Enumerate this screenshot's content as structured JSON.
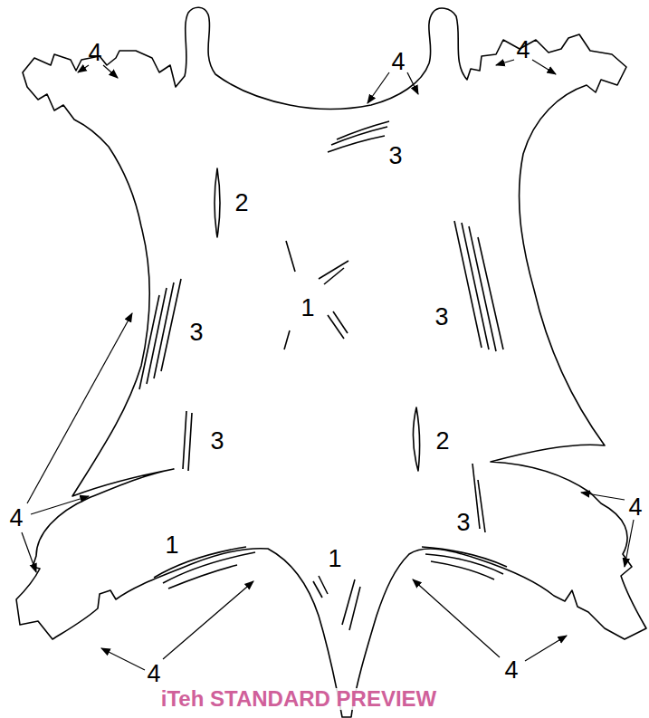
{
  "diagram": {
    "labels": [
      "4",
      "4",
      "4",
      "3",
      "2",
      "3",
      "1",
      "3",
      "3",
      "2",
      "4",
      "4",
      "3",
      "1",
      "1",
      "4",
      "4",
      "iTeh STANDARD PREVIEW"
    ]
  }
}
